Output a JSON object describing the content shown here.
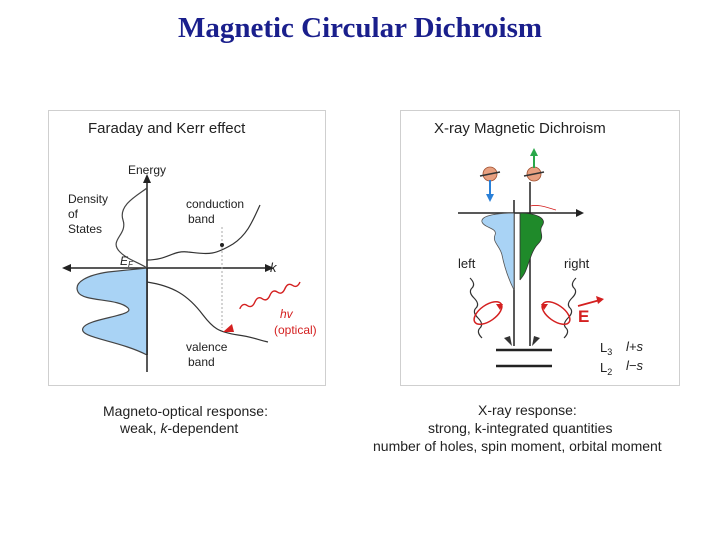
{
  "slide": {
    "title": "Magnetic Circular Dichroism"
  },
  "left_panel": {
    "heading": "Faraday and Kerr effect",
    "energy_label": "Energy",
    "dos_label_1": "Density",
    "dos_label_2": "of",
    "dos_label_3": "States",
    "conduction_1": "conduction",
    "conduction_2": "band",
    "ef_label": "E",
    "ef_sub": "F",
    "k_label": "k",
    "hv_label": "hv",
    "optical_label": "(optical)",
    "valence_1": "valence",
    "valence_2": "band",
    "caption_line1": "Magneto-optical response:",
    "caption_line2_a": "weak,  ",
    "caption_line2_b": "k",
    "caption_line2_c": "-dependent"
  },
  "right_panel": {
    "heading": "X-ray Magnetic Dichroism",
    "left_label": "left",
    "right_label": "right",
    "e_label": "E",
    "l3_label": "L",
    "l3_sub": "3",
    "l2_label": "L",
    "l2_sub": "2",
    "l_plus_s": "l+s",
    "l_minus_s": "l−s",
    "caption_line1": "X-ray response:",
    "caption_line2": "strong, k-integrated quantities",
    "caption_line3": "number of holes, spin moment, orbital moment"
  },
  "colors": {
    "title": "#1a1f8c",
    "light_blue_fill": "#a9d3f5",
    "green_fill": "#1f8a2a",
    "arrow_red": "#d42020",
    "arrow_blue": "#2a80d8",
    "arrow_green": "#2aa84a"
  }
}
